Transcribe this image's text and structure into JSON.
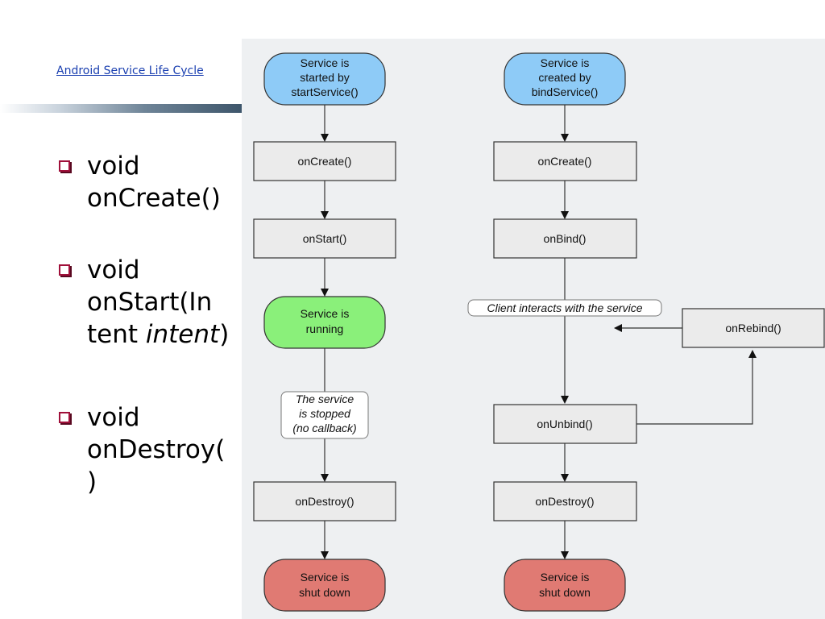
{
  "header": {
    "link_text": "Android Service Life Cycle"
  },
  "bullets": [
    {
      "line1": "void",
      "line2": "onCreate()",
      "line3": "",
      "italic": ""
    },
    {
      "line1": "void",
      "line2": "onStart(In",
      "line3": "tent ",
      "italic": "intent",
      "tail": ")"
    },
    {
      "line1": "void",
      "line2": "onDestroy(",
      "line3": ")",
      "italic": ""
    }
  ],
  "diagram": {
    "left": {
      "start": [
        "Service is",
        "started by",
        "startService()"
      ],
      "onCreate": "onCreate()",
      "onStart": "onStart()",
      "running": [
        "Service is",
        "running"
      ],
      "note": [
        "The service",
        "is stopped",
        "(no callback)"
      ],
      "onDestroy": "onDestroy()",
      "shutdown": [
        "Service is",
        "shut down"
      ]
    },
    "right": {
      "start": [
        "Service is",
        "created by",
        "bindService()"
      ],
      "onCreate": "onCreate()",
      "onBind": "onBind()",
      "note": "Client interacts with the service",
      "onRebind": "onRebind()",
      "onUnbind": "onUnbind()",
      "onDestroy": "onDestroy()",
      "shutdown": [
        "Service is",
        "shut down"
      ]
    },
    "colors": {
      "start": "#8ecbf7",
      "running": "#8af07a",
      "shutdown": "#e07a73",
      "box": "#ebebeb",
      "border": "#333333"
    }
  }
}
